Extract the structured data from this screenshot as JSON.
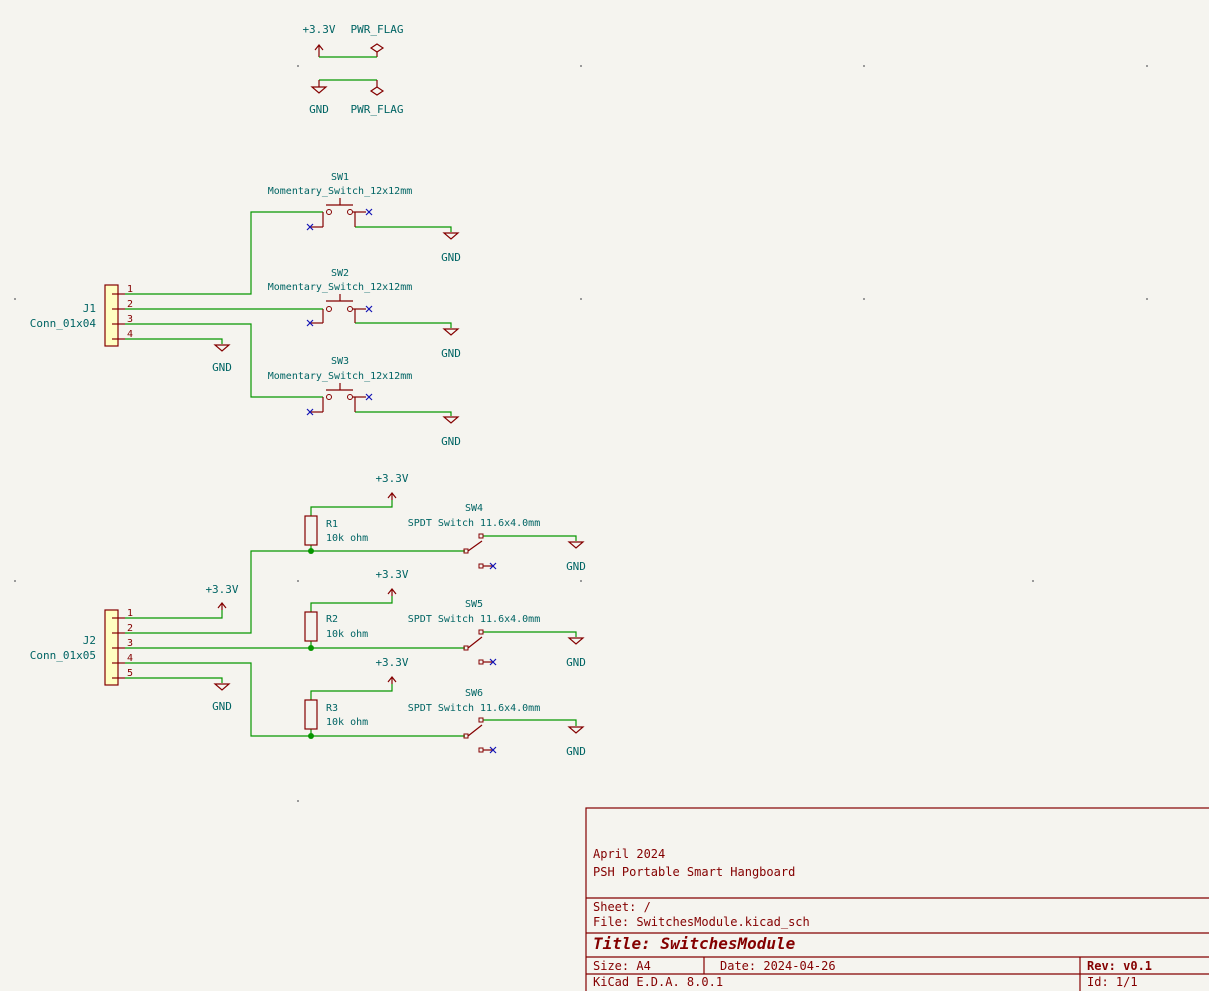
{
  "power": {
    "pwr_plus": "+3.3V",
    "pwr_flag_1": "PWR_FLAG",
    "gnd": "GND",
    "pwr_flag_2": "PWR_FLAG"
  },
  "j1": {
    "ref": "J1",
    "value": "Conn_01x04",
    "pins": [
      "1",
      "2",
      "3",
      "4"
    ],
    "gnd": "GND"
  },
  "momentary": [
    {
      "ref": "SW1",
      "value": "Momentary_Switch_12x12mm",
      "gnd": "GND"
    },
    {
      "ref": "SW2",
      "value": "Momentary_Switch_12x12mm",
      "gnd": "GND"
    },
    {
      "ref": "SW3",
      "value": "Momentary_Switch_12x12mm",
      "gnd": "GND"
    }
  ],
  "j2": {
    "ref": "J2",
    "value": "Conn_01x05",
    "pins": [
      "1",
      "2",
      "3",
      "4",
      "5"
    ],
    "pwr": "+3.3V",
    "gnd": "GND"
  },
  "spdt": [
    {
      "ref": "SW4",
      "value": "SPDT Switch 11.6x4.0mm",
      "r_ref": "R1",
      "r_value": "10k ohm",
      "pwr": "+3.3V",
      "gnd": "GND"
    },
    {
      "ref": "SW5",
      "value": "SPDT Switch 11.6x4.0mm",
      "r_ref": "R2",
      "r_value": "10k ohm",
      "pwr": "+3.3V",
      "gnd": "GND"
    },
    {
      "ref": "SW6",
      "value": "SPDT Switch 11.6x4.0mm",
      "r_ref": "R3",
      "r_value": "10k ohm",
      "pwr": "+3.3V",
      "gnd": "GND"
    }
  ],
  "title_block": {
    "date_text": "April 2024",
    "project": "PSH Portable Smart Hangboard",
    "sheet": "Sheet: /",
    "file": "File: SwitchesModule.kicad_sch",
    "title": "Title: SwitchesModule",
    "size": "Size: A4",
    "date": "Date: 2024-04-26",
    "rev": "Rev: v0.1",
    "tool": "KiCad E.D.A. 8.0.1",
    "id": "Id: 1/1"
  },
  "colors": {
    "background": "#f5f4ef",
    "wire": "#079600",
    "symbol": "#840000",
    "label": "#006464",
    "body_fill": "#ffffc2",
    "no_connect": "#1414b4",
    "junction": "#079600"
  }
}
